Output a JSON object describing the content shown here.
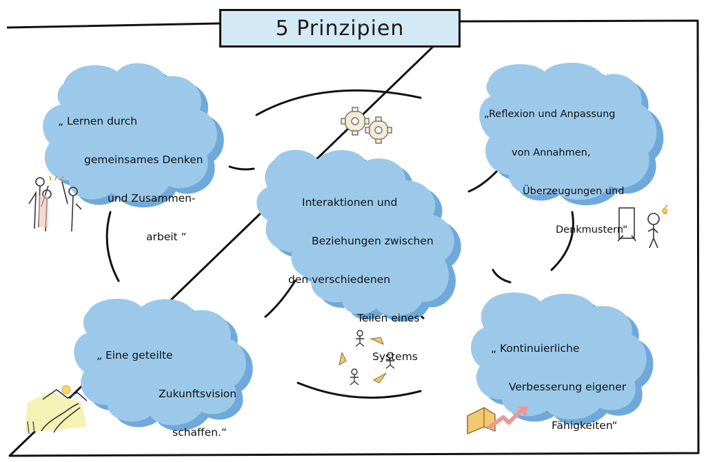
{
  "title": "5 Prinzipien",
  "center": {
    "lines": [
      "Interaktionen und",
      "Beziehungen zwischen",
      "den verschiedenen",
      "Teilen eines",
      "Systems"
    ]
  },
  "principles": [
    {
      "lines": [
        "„ Lernen durch",
        "gemeinsames Denken",
        "und Zusammen-",
        "arbeit “"
      ],
      "icon": "people-high-five-icon"
    },
    {
      "lines": [
        "„Reflexion und Anpassung",
        "von Annahmen,",
        "Überzeugungen und",
        "Denkmustern“"
      ],
      "icon": "person-mirror-icon"
    },
    {
      "lines": [
        "„ Eine geteilte",
        "Zukunftsvision",
        "schaffen.“"
      ],
      "icon": "path-mountains-icon"
    },
    {
      "lines": [
        "„ Kontinuierliche",
        "Verbesserung eigener",
        "Fähigkeiten“"
      ],
      "icon": "book-growth-arrow-icon"
    }
  ],
  "colors": {
    "cloud": "#9cc9ea",
    "cloud_shadow": "#6fa9da",
    "title_bg": "#d4e9f6",
    "ink": "#111111",
    "gear": "#f5ecd6",
    "arrow": "#f2c870"
  }
}
